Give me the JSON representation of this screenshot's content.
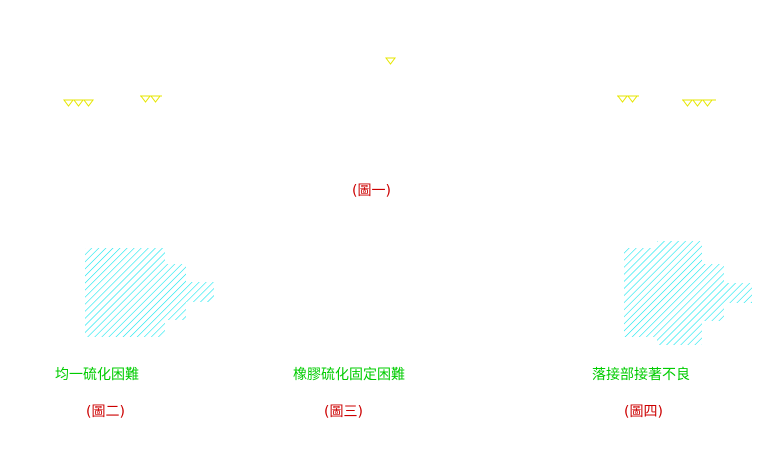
{
  "figures": {
    "fig1": "(圖一)",
    "fig2": "(圖二)",
    "fig3": "(圖三)",
    "fig4": "(圖四)"
  },
  "notes": {
    "note1": "均一硫化困難",
    "note2": "橡膠硫化固定困難",
    "note3": "落接部接著不良"
  },
  "colors": {
    "figure_label": "#cc0000",
    "note_label": "#00cc00",
    "hatch": "#00e5ee",
    "marker": "#e6e600"
  }
}
